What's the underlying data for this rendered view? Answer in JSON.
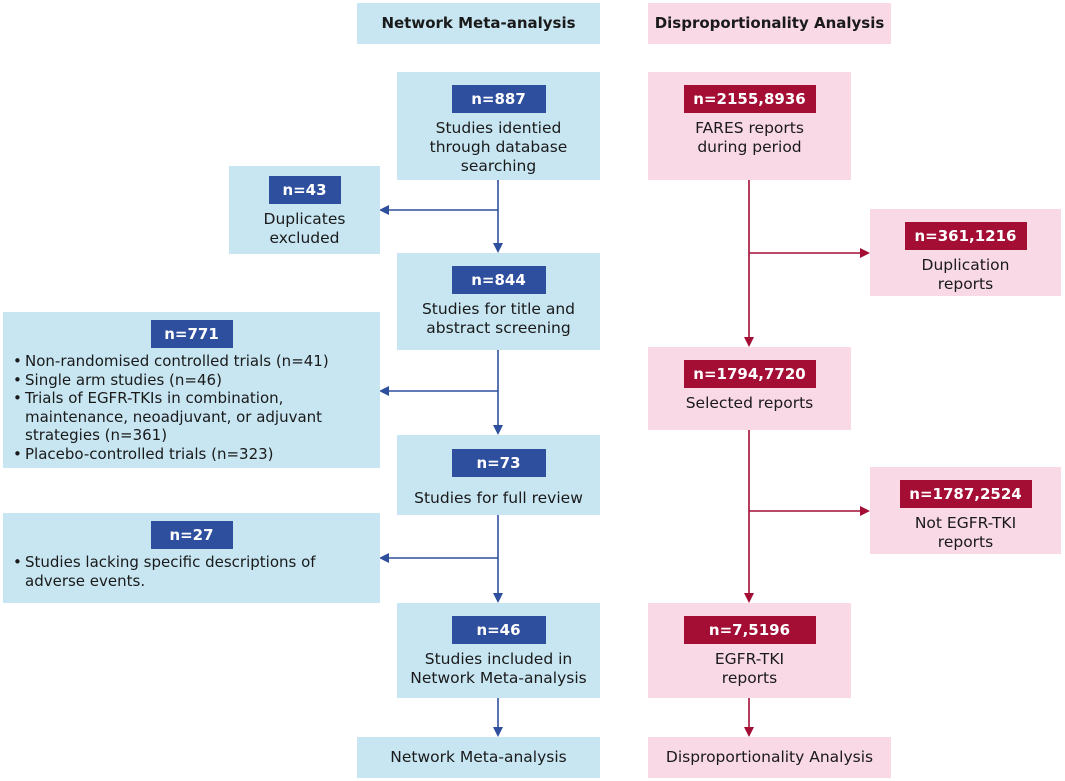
{
  "headers": {
    "left": "Network Meta-analysis",
    "right": "Disproportionality Analysis"
  },
  "left_flow": {
    "identified": {
      "count": "n=887",
      "lines": [
        "Studies identied",
        "through database",
        "searching"
      ]
    },
    "duplicates": {
      "count": "n=43",
      "lines": [
        "Duplicates",
        "excluded"
      ]
    },
    "screening": {
      "count": "n=844",
      "lines": [
        "Studies for title and",
        "abstract screening"
      ]
    },
    "excluded_screening": {
      "count": "n=771",
      "items": [
        "Non-randomised controlled trials (n=41)",
        "Single arm studies (n=46)",
        "Trials of EGFR-TKIs in combination,",
        "maintenance,  neoadjuvant, or adjuvant",
        "strategies (n=361)",
        "Placebo-controlled trials (n=323)"
      ]
    },
    "full_review": {
      "count": "n=73",
      "lines": [
        "Studies for full review"
      ]
    },
    "excluded_full": {
      "count": "n=27",
      "items": [
        "Studies lacking specific descriptions of",
        "adverse events."
      ]
    },
    "included": {
      "count": "n=46",
      "lines": [
        "Studies included in",
        "Network Meta-analysis"
      ]
    },
    "final": "Network Meta-analysis"
  },
  "right_flow": {
    "fares": {
      "count": "n=2155,8936",
      "lines": [
        "FARES reports",
        "during period"
      ]
    },
    "duplication": {
      "count": "n=361,1216",
      "lines": [
        "Duplication",
        "reports"
      ]
    },
    "selected": {
      "count": "n=1794,7720",
      "lines": [
        "Selected reports"
      ]
    },
    "not_egfr": {
      "count": "n=1787,2524",
      "lines": [
        "Not EGFR-TKI",
        "reports"
      ]
    },
    "egfr": {
      "count": "n=7,5196",
      "lines": [
        "EGFR-TKI",
        "reports"
      ]
    },
    "final": "Disproportionality Analysis"
  },
  "colors": {
    "blue_box": "#c7e6f2",
    "pink_box": "#f9d9e6",
    "blue_badge": "#2e4e9e",
    "red_badge": "#a40e35",
    "blue_arrow": "#2e4e9e",
    "red_arrow": "#a40e35"
  }
}
